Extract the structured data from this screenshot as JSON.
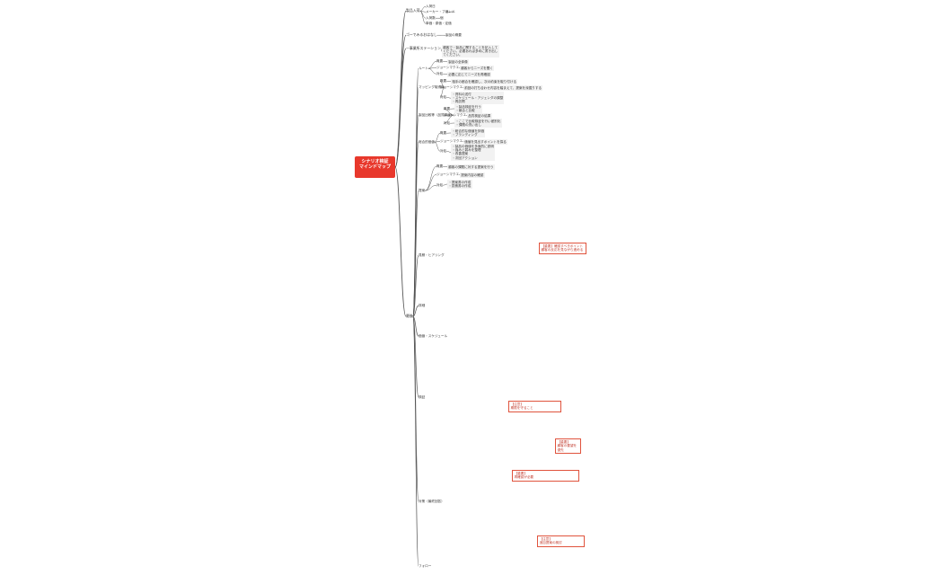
{
  "root": {
    "lines": [
      "シナリオ検証",
      "マインドマップ"
    ]
  },
  "colors": {
    "root": "#e8382c",
    "link": "#555555",
    "note_border": "#e0533d",
    "accent": "#d45a00"
  },
  "nodes": [
    {
      "id": "n1",
      "text": "製品入荷"
    },
    {
      "id": "n1a",
      "text": "入荷日"
    },
    {
      "id": "n1b",
      "text": "メーカー・ブランド"
    },
    {
      "id": "n1b1",
      "text": "日"
    },
    {
      "id": "n1c",
      "text": "入荷数"
    },
    {
      "id": "n1c1",
      "text": "個"
    },
    {
      "id": "n1d",
      "text": "単価・原価・定価"
    },
    {
      "id": "n2",
      "text": "ゴーでみるおはなし"
    },
    {
      "id": "n2a",
      "text": "製品の概要"
    },
    {
      "id": "n3",
      "text": "一事業所ステーション"
    },
    {
      "id": "n3a",
      "text": "顧客で・製品に関することを記入してください。必要あれば多めに書き出してください。"
    },
    {
      "id": "s1",
      "text": "ルート"
    },
    {
      "id": "s1a",
      "text": "概要"
    },
    {
      "id": "s1a1",
      "text": "製品の全体像"
    },
    {
      "id": "s1b",
      "text": "ジョーシマクエ"
    },
    {
      "id": "s1b1",
      "text": "顧客からニーズを聞く"
    },
    {
      "id": "s1c",
      "text": "対処"
    },
    {
      "id": "s1c1",
      "text": "必要に応じてニーズを再確認"
    },
    {
      "id": "s2",
      "text": "マッピング取得後"
    },
    {
      "id": "s2a",
      "text": "概要"
    },
    {
      "id": "s2a1",
      "text": "相手の都合を確認し、次の約束を取り付ける"
    },
    {
      "id": "s2b",
      "text": "ジョーシマクエ"
    },
    {
      "id": "s2b1",
      "text": "前回の打ち合わせ内容を踏まえて、提案を深掘りする"
    },
    {
      "id": "s2c",
      "text": "対処"
    },
    {
      "id": "s2c1",
      "lines": [
        "・資料の送付",
        "・スケジュール・アジェンダの調整",
        "・再訪問"
      ]
    },
    {
      "id": "s3",
      "text": "製品比較等（品質検証）"
    },
    {
      "id": "s3a",
      "text": "概要"
    },
    {
      "id": "s3a1",
      "lines": [
        "・製品検証を行う",
        "・競合と比較"
      ]
    },
    {
      "id": "s3b",
      "text": "ジョーシマクエ"
    },
    {
      "id": "s3b1",
      "text": "品質検証の結果"
    },
    {
      "id": "s3c",
      "text": "対処"
    },
    {
      "id": "s3c1",
      "lines": [
        "・ここで比較検証を行い差別化",
        "・課題の洗い出し"
      ]
    },
    {
      "id": "s4",
      "text": "総合的価値"
    },
    {
      "id": "s4a",
      "text": "概要"
    },
    {
      "id": "s4a1",
      "lines": [
        "・総合的な価値を評価",
        "・ブランディング"
      ]
    },
    {
      "id": "s4b",
      "text": "ジョーシマクエ"
    },
    {
      "id": "s4b1",
      "text": "価値を見出すポイントを探る"
    },
    {
      "id": "s4c",
      "text": "対処"
    },
    {
      "id": "s4c1",
      "lines": [
        "・製品の価値を多面的に説明",
        "・強みと弱みを整理",
        "・改善提案",
        "・次回アクション"
      ]
    },
    {
      "id": "s5",
      "text": "提案"
    },
    {
      "id": "s5a",
      "text": "概要"
    },
    {
      "id": "s5a1",
      "text": "顧客の課題に対する提案を行う"
    },
    {
      "id": "s5b",
      "text": "ジョーシマクエ"
    },
    {
      "id": "s5b1",
      "text": "提案内容の確認"
    },
    {
      "id": "s5c",
      "text": "対処"
    },
    {
      "id": "s5c1",
      "lines": [
        "・提案書の作成",
        "・見積書の作成"
      ]
    },
    {
      "id": "s6",
      "text": "見積・ヒアリング"
    },
    {
      "id": "s7",
      "text": "詳細"
    },
    {
      "id": "s8",
      "text": "価値・スケジュール"
    },
    {
      "id": "s9",
      "text": "検証"
    },
    {
      "id": "s10",
      "text": "対策（最終回答）"
    },
    {
      "id": "s11",
      "text": "フォロー"
    },
    {
      "id": "n4",
      "text": "最後"
    },
    {
      "id": "note1",
      "lines": [
        "【重要】確認すべきポイント",
        "顧客の反応を見ながら進める"
      ]
    },
    {
      "id": "note2",
      "lines": [
        "【注意】",
        "期限を守ること"
      ]
    },
    {
      "id": "note3",
      "lines": [
        "【重要】",
        "顧客の要望を優先"
      ]
    },
    {
      "id": "note4",
      "lines": [
        "【重要】",
        "再確認が必要"
      ]
    },
    {
      "id": "note5",
      "lines": [
        "【注意】",
        "追加提案の検討"
      ]
    }
  ]
}
